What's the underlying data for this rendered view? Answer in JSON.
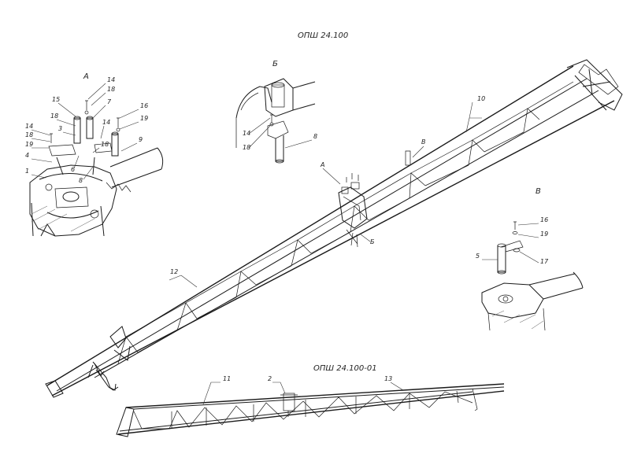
{
  "titles": {
    "main": "ОПШ 24.100",
    "variant": "ОПШ 24.100-01"
  },
  "views": {
    "a": "А",
    "b": "Б",
    "v": "В"
  },
  "callouts": {
    "main": {
      "n10": "10",
      "n12": "12",
      "a": "А",
      "b": "Б",
      "v": "В"
    },
    "variant": {
      "n11": "11",
      "n2": "2",
      "n13": "13"
    },
    "detail_a": {
      "n14a": "14",
      "n18a": "18",
      "n15": "15",
      "n7": "7",
      "n18b": "18",
      "n16": "16",
      "n19a": "19",
      "n3": "3",
      "n14b": "14",
      "n14c": "14",
      "n18c": "18",
      "n19b": "19",
      "n18d": "18",
      "n9": "9",
      "n4": "4",
      "n1": "1",
      "n6": "6",
      "n8": "8"
    },
    "detail_b": {
      "n14": "14",
      "n18": "18",
      "n8": "8"
    },
    "detail_v": {
      "n16": "16",
      "n19": "19",
      "n5": "5",
      "n17": "17"
    }
  }
}
